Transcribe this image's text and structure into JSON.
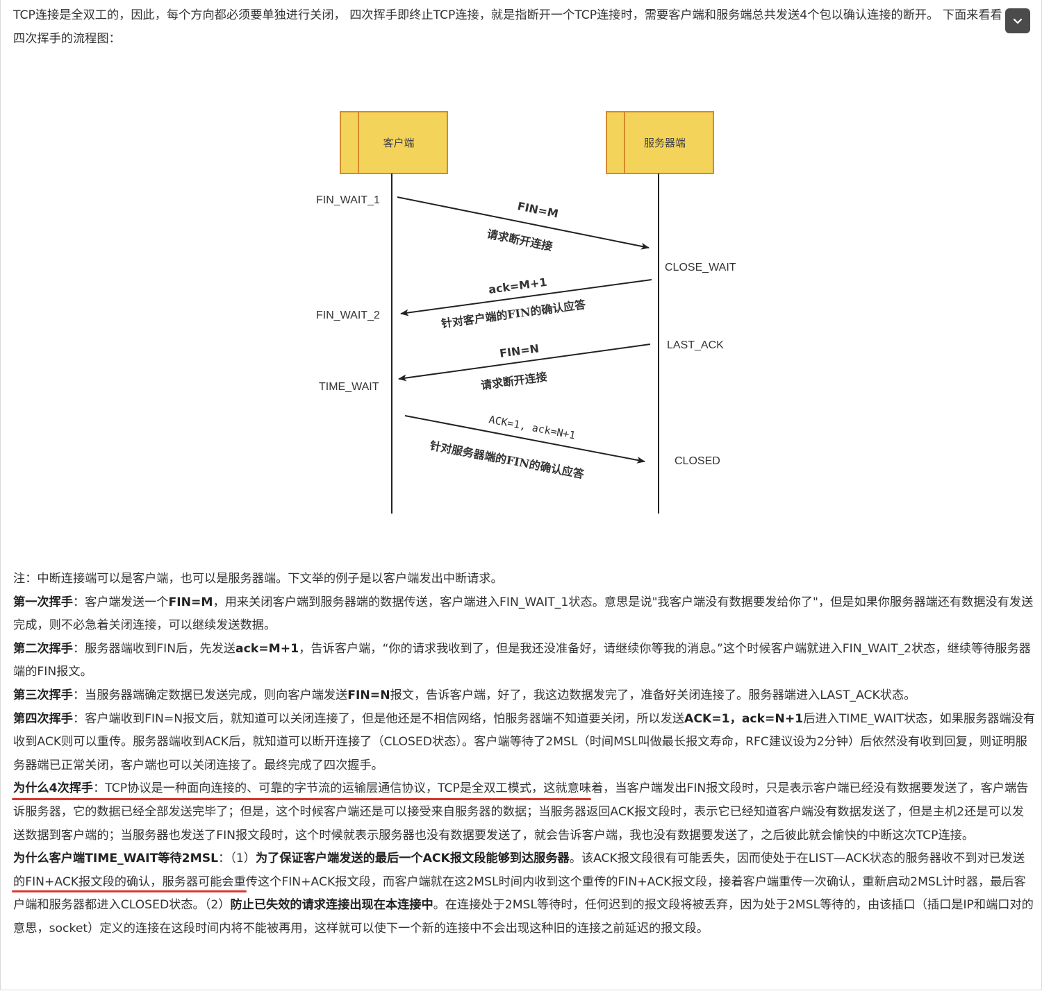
{
  "intro": "TCP连接是全双工的，因此，每个方向都必须要单独进行关闭， 四次挥手即终止TCP连接，就是指断开一个TCP连接时，需要客户端和服务端总共发送4个包以确认连接的断开。 下面来看看四次挥手的流程图：",
  "collapse_icon": "chevron-down-icon",
  "diagram": {
    "client_label": "客户端",
    "server_label": "服务器端",
    "client_states": [
      "FIN_WAIT_1",
      "FIN_WAIT_2",
      "TIME_WAIT"
    ],
    "server_states": [
      "CLOSE_WAIT",
      "LAST_ACK",
      "CLOSED"
    ],
    "messages": [
      {
        "main": "FIN=M",
        "sub": "请求断开连接"
      },
      {
        "main": "ack=M+1",
        "sub": "针对客户端的FIN的确认应答"
      },
      {
        "main": "FIN=N",
        "sub": "请求断开连接"
      },
      {
        "main": "ACK=1, ack=N+1",
        "sub": "针对服务器端的FIN的确认应答"
      }
    ],
    "colors": {
      "box_fill": "#f4d35a",
      "box_border": "#d58a2a"
    }
  },
  "paragraphs": {
    "note": "注：中断连接端可以是客户端，也可以是服务器端。下文举的例子是以客户端发出中断请求。",
    "p1_title": "第一次挥手",
    "p1_a": "：客户端发送一个",
    "p1_bold": "FIN=M",
    "p1_b": "，用来关闭客户端到服务器端的数据传送，客户端进入FIN_WAIT_1状态。意思是说\"我客户端没有数据要发给你了\"，但是如果你服务器端还有数据没有发送完成，则不必急着关闭连接，可以继续发送数据。",
    "p2_title": "第二次挥手",
    "p2_a": "：服务器端收到FIN后，先发送",
    "p2_bold": "ack=M+1",
    "p2_b": "，告诉客户端，“你的请求我收到了，但是我还没准备好，请继续你等我的消息。”这个时候客户端就进入FIN_WAIT_2状态，继续等待服务器端的FIN报文。",
    "p3_title": "第三次挥手",
    "p3_a": "：当服务器端确定数据已发送完成，则向客户端发送",
    "p3_bold": "FIN=N",
    "p3_b": "报文，告诉客户端，好了，我这边数据发完了，准备好关闭连接了。服务器端进入LAST_ACK状态。",
    "p4_title": "第四次挥手",
    "p4_a": "：客户端收到FIN=N报文后，就知道可以关闭连接了，但是他还是不相信网络，怕服务器端不知道要关闭，所以发送",
    "p4_bold": "ACK=1，ack=N+1",
    "p4_b": "后进入TIME_WAIT状态，如果服务器端没有收到ACK则可以重传。服务器端收到ACK后，就知道可以断开连接了（CLOSED状态）。客户端等待了2MSL（时间MSL叫做最长报文寿命，RFC建议设为2分钟）后依然没有收到回复，则证明服务器端已正常关闭，客户端也可以关闭连接了。最终完成了四次握手。",
    "p5_title": "为什么4次挥手",
    "p5_a": "：TCP协议是一种面向连接的、可靠的字节流的运输层通信协议，TCP是全双工模式",
    "p5_b": "，这就意味着，当客户端发出FIN报文段时，只是表示客户端已经没有数据要发送了，客户端告诉服务器，它的数据已经全部发送完毕了；但是，这个时候客户端还是可以接受来自服务器的数据；当服务器返回ACK报文段时，表示它已经知道客户端没有数据发送了，但是主机2还是可以发送数据到客户端的；当服务器也发送了FIN报文段时，这个时候就表示服务器也没有数据要发送了，就会告诉客户端，我也没有数据要发送了，之后彼此就会愉快的中断这次TCP连接。",
    "p6_title": "为什么客户端TIME_WAIT等待2MSL",
    "p6_a": "：（1）",
    "p6_bold1": "为了保证客户端发送的最后一个ACK报文段能够到达服务器",
    "p6_b": "。该ACK报文段很有可能丢失，因而使处于在LIST—ACK状态的服务器收不到对已发送的FIN+ACK报文段的确认，服务器可能会重传这个FIN+ACK报文段，而客户端就在这2MSL时间内收到这个重传的FIN+ACK报文段，接着客户端重传一次确认，重新启动2MSL计时器，最后客户端和服务器都进入CLOSED状态。（2）",
    "p6_bold2": "防止已失效的请求连接出现在本连接中",
    "p6_c": "。在连接处于2MSL等待时，任何迟到的报文段将被丢弃，因为处于2MSL等待的，由该插口（插口是IP和端口对的意思，socket）定义的连接在这段时间内将不能被再用，这样就可以使下一个新的连接中不会出现这种旧的连接之前延迟的报文段。"
  }
}
